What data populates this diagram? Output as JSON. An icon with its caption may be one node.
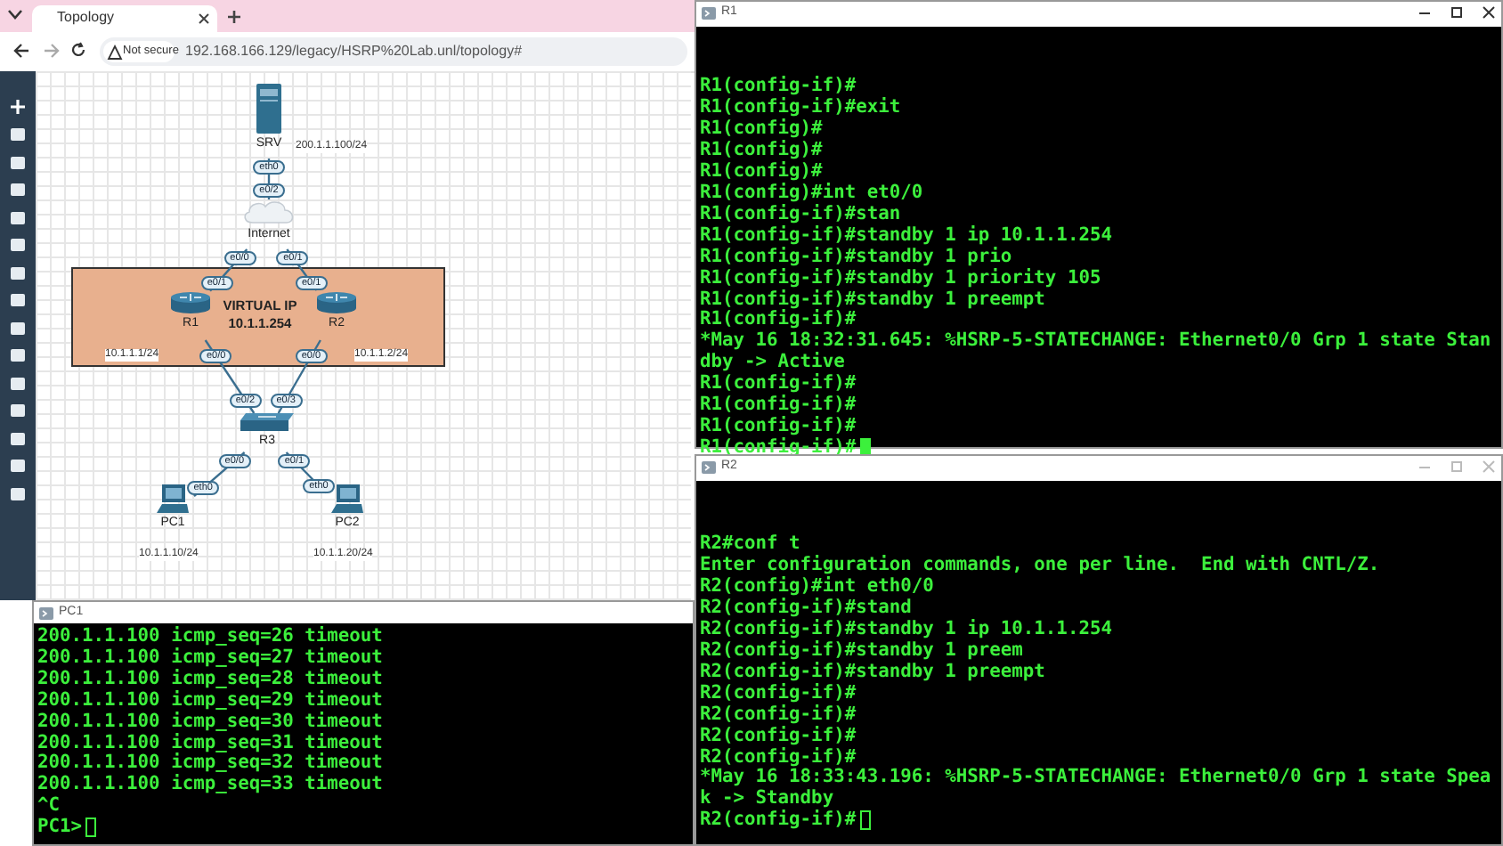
{
  "diagram": {
    "nodes": [
      {
        "text": [
          "SRV"
        ],
        "beside": [
          "200.1.1.100/24"
        ]
      },
      {
        "text": [
          "Internet"
        ]
      },
      {
        "text": [
          "VIRTUAL IP 10.1.1.254"
        ]
      },
      {
        "text": [
          "R1"
        ],
        "in": 2,
        "beside": [
          "10.1.1.1/24"
        ]
      },
      {
        "text": [
          "R2"
        ],
        "in": 2,
        "beside": [
          "10.1.1.2/24"
        ]
      },
      {
        "text": [
          "R3"
        ]
      },
      {
        "text": [
          "PC1"
        ],
        "beside": [
          "10.1.1.10/24"
        ]
      },
      {
        "text": [
          "PC2"
        ],
        "beside": [
          "10.1.1.20/24"
        ]
      }
    ],
    "edges": [
      {
        "from": 0,
        "to": 1,
        "arrow": "none"
      },
      {
        "from": 1,
        "to": 3,
        "arrow": "none"
      },
      {
        "from": 1,
        "to": 4,
        "arrow": "none"
      },
      {
        "from": 3,
        "to": 5,
        "arrow": "none"
      },
      {
        "from": 4,
        "to": 5,
        "arrow": "none"
      },
      {
        "from": 5,
        "to": 6,
        "arrow": "none"
      },
      {
        "from": 5,
        "to": 7,
        "arrow": "none"
      }
    ],
    "labels": [
      "Topology",
      "Not secure",
      "192.168.166.129/legacy/HSRP%20Lab.unl/topology#",
      "eth0",
      "e0/2",
      "e0/0",
      "e0/1",
      "e0/1",
      "e0/1",
      "e0/0",
      "e0/0",
      "e0/2",
      "e0/3",
      "e0/0",
      "e0/1",
      "eth0",
      "eth0",
      "R1",
      "R1(config-if)#",
      "R1(config-if)#exit",
      "R1(config)#",
      "R1(config)#",
      "R1(config)#",
      "R1(config)#int et0/0",
      "R1(config-if)#stan",
      "R1(config-if)#standby 1 ip 10.1.1.254",
      "R1(config-if)#standby 1 prio",
      "R1(config-if)#standby 1 priority 105",
      "R1(config-if)#standby 1 preempt",
      "R1(config-if)#",
      "*May 16 18:32:31.645: %HSRP-5-STATECHANGE: Ethernet0/0 Grp 1 state Stan",
      "dby -> Active",
      "R1(config-if)#",
      "R1(config-if)#",
      "R1(config-if)#",
      "R1(config-if)#",
      "R2",
      "R2#conf t",
      "Enter configuration commands, one per line.  End with CNTL/Z.",
      "R2(config)#int eth0/0",
      "R2(config-if)#stand",
      "R2(config-if)#standby 1 ip 10.1.1.254",
      "R2(config-if)#standby 1 preem",
      "R2(config-if)#standby 1 preempt",
      "R2(config-if)#",
      "R2(config-if)#",
      "R2(config-if)#",
      "R2(config-if)#",
      "*May 16 18:33:43.196: %HSRP-5-STATECHANGE: Ethernet0/0 Grp 1 state Spea",
      "k -> Standby",
      "R2(config-if)#",
      "PC1",
      "200.1.1.100 icmp_seq=26 timeout",
      "200.1.1.100 icmp_seq=27 timeout",
      "200.1.1.100 icmp_seq=28 timeout",
      "200.1.1.100 icmp_seq=29 timeout",
      "200.1.1.100 icmp_seq=30 timeout",
      "200.1.1.100 icmp_seq=31 timeout",
      "200.1.1.100 icmp_seq=32 timeout",
      "200.1.1.100 icmp_seq=33 timeout",
      "^C",
      "PC1>"
    ]
  }
}
